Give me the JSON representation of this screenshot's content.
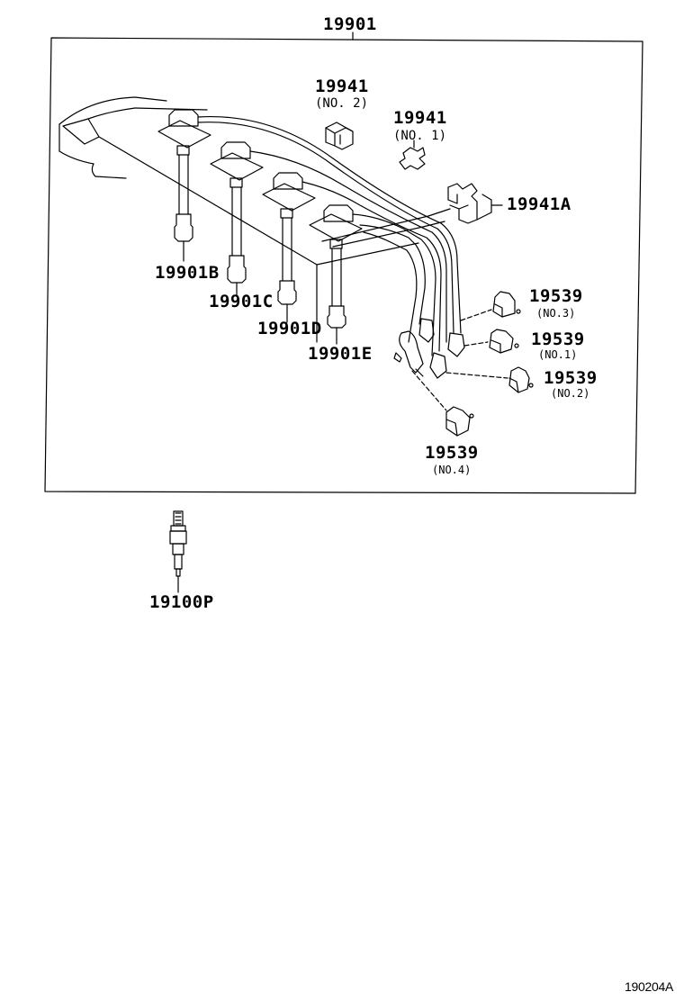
{
  "title_part": "19901",
  "labels": {
    "clip_no2": "19941",
    "clip_no2_sub": "(NO. 2)",
    "clip_no1": "19941",
    "clip_no1_sub": "(NO. 1)",
    "clip_a": "19941A",
    "cord_b": "19901B",
    "cord_c": "19901C",
    "cord_d": "19901D",
    "cord_e": "19901E",
    "boot_no3": "19539",
    "boot_no3_sub": "(NO.3)",
    "boot_no1": "19539",
    "boot_no1_sub": "(NO.1)",
    "boot_no2": "19539",
    "boot_no2_sub": "(NO.2)",
    "boot_no4": "19539",
    "boot_no4_sub": "(NO.4)",
    "spark_plug": "19100P"
  },
  "diagram_code": "190204A"
}
